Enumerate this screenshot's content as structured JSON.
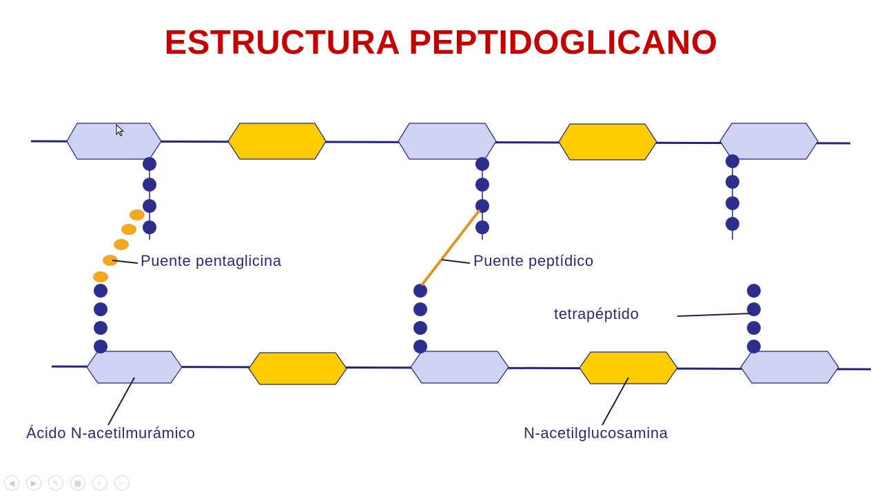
{
  "title": "ESTRUCTURA PEPTIDOGLICANO",
  "labels": {
    "pentaglycine_bridge": "Puente pentaglicina",
    "peptide_bridge": "Puente peptídico",
    "tetrapeptide": "tetrapéptido",
    "nam": "Ácido N-acetilmurámico",
    "nag": "N-acetilglucosamina"
  },
  "colors": {
    "title": "#c40000",
    "nam_fill": "#cfd2f2",
    "nag_fill": "#ffcc00",
    "chain": "#23237a",
    "amino_acid": "#2e2e8f",
    "glycine": "#f5a623",
    "label_text": "#2b2b6e"
  },
  "toolbar_icons": [
    "prev-icon",
    "next-icon",
    "pen-icon",
    "pages-icon",
    "zoom-icon",
    "more-icon"
  ]
}
